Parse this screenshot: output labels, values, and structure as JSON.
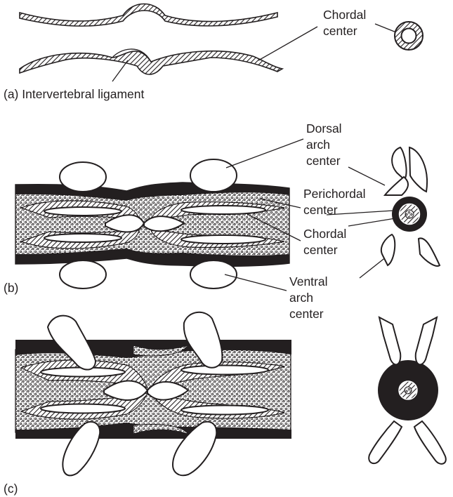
{
  "panel_a": {
    "caption": "(a) Intervertebral ligament",
    "labels": {
      "chordal_center": [
        "Chordal",
        "center"
      ]
    }
  },
  "panel_b": {
    "caption": "(b)",
    "labels": {
      "dorsal_arch_center": [
        "Dorsal",
        "arch",
        "center"
      ],
      "perichordal_center": [
        "Perichordal",
        "center"
      ],
      "chordal_center": [
        "Chordal",
        "center"
      ],
      "ventral_arch_center": [
        "Ventral",
        "arch",
        "center"
      ]
    }
  },
  "panel_c": {
    "caption": "(c)"
  },
  "colors": {
    "ink": "#231f20",
    "paper": "#ffffff"
  }
}
